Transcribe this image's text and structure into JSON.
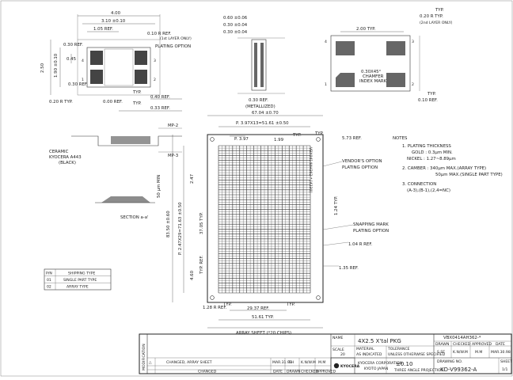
{
  "top_left_view": {
    "dims": [
      "4.00",
      "3.10 ±0.10",
      "1.05 REF.",
      "0.10 R REF.",
      "(1st LAYER ONLY)",
      "PLATING OPTION",
      "0.30 REF.",
      "0.45",
      "2.50",
      "1.90 ±0.10",
      "0.30 REF.",
      "0.20 R TYP.",
      "0.00 REF.",
      "TYP.",
      "0.40 REF.",
      "0.33 REF.",
      "TYP."
    ],
    "pad_numbers": [
      "4",
      "1",
      "2",
      "3"
    ]
  },
  "top_mid_view": {
    "dims": [
      "0.60 ±0.06",
      "0.30 ±0.04",
      "0.30 ±0.04",
      "0.30 REF.",
      "(METALLIZED)"
    ]
  },
  "top_right_view": {
    "dims": [
      "2.00 TYP.",
      "TYP.",
      "0.20 R TYP.",
      "(2nd LAYER ONLY)",
      "0.30X45°",
      "CHAMFER",
      "INDEX MARK",
      "TYP.",
      "0.10 REF."
    ],
    "pad_numbers": [
      "4",
      "3",
      "1",
      "2"
    ]
  },
  "ceramic_view": {
    "labels": [
      "CERAMIC",
      "KYOCERA A443",
      "(BLACK)",
      "MP-2",
      "MP-3"
    ]
  },
  "section_view": {
    "labels": [
      "50 µm MIN",
      "SECTION a-a'"
    ]
  },
  "array_sheet": {
    "dims_top": [
      "67.04 ±0.70",
      "P. 3.97X13=51.61 ±0.50",
      "P. 3.97",
      "1.99",
      "TYP.",
      "TYP.",
      "5.73 REF."
    ],
    "dims_left": [
      "83.50 ±0.60",
      "P. 2.47X29=71.63 ±0.50",
      "2.47",
      "37.05 TYP.",
      "4.60",
      "TYP. REF."
    ],
    "dims_bottom": [
      "1.28 R REF.",
      "TYP.",
      "29.37 REF.",
      "TYP.",
      "51.61 TYP.",
      "ARRAY SHEET (*20 CHIPS)"
    ],
    "right_labels": [
      "VENDOR'S OPTION",
      "PLATING OPTION",
      "1.24 TYP.",
      "SNAPPING MARK",
      "PLATING OPTION",
      "1.04 R REF.",
      "1.35 REF."
    ],
    "vertical_text": "VBX0414AH362-* [4230]"
  },
  "notes": {
    "title": "NOTES",
    "items": [
      "1. PLATING THICKNESS",
      "GOLD : 0.3µm MIN.",
      "NICKEL : 1.27~8.89µm",
      "2. CAMBER : 340µm MAX.(ARRAY TYPE)",
      "50µm MAX.(SINGLE PART TYPE)",
      "3. CONNECTION",
      "(A-3),(B-1),(2,4=NC)"
    ]
  },
  "part_table": {
    "headers": [
      "P/N",
      "SHIPPING TYPE"
    ],
    "rows": [
      [
        "01",
        "SINGLE PART TYPE"
      ],
      [
        "02",
        "ARRAY TYPE"
      ]
    ]
  },
  "title_block": {
    "part_no_top": "VBX0414AH362-*",
    "name_label": "NAME",
    "name": "4X2.5 X'tal PKG",
    "scale_label": "SCALE",
    "scale": "20",
    "material_label": "MATERIAL",
    "material": "AS INDICATED",
    "tolerance_label": "TOLERANCE",
    "tolerance_note": "UNLESS OTHERWISE SPECIFIED",
    "tolerance": "±0.10",
    "tolerance_sub": "THREE ANGLE PROJECTION",
    "drawn_label": "DRAWN",
    "checked_label": "CHECKED",
    "approved_label": "APPROVED",
    "date_label": "DATE",
    "drawn": "S.SE",
    "checked": "K.N/W.M",
    "approved": "M.M",
    "date": "MAR.30.98",
    "company": "KYOCERA CORPORATION",
    "company_loc": "KYOTO JAPAN",
    "drawing_no_label": "DRAWING NO.",
    "drawing_no": "KD-V99362-A",
    "sheet": "1/1",
    "logo": "KYOCERA",
    "mod_label": "MODIFICATION",
    "mod_desc": "CHANGED, ARRAY SHEET",
    "mod_sym": "△",
    "mod_date": "MAR.31.98",
    "mod_by": "T.H",
    "mod_chk": "K.N/W.M",
    "mod_app": "M.M",
    "changed_label": "CHANGED",
    "col_date": "DATE",
    "col_drawn": "DRAWN",
    "col_checked": "CHECKED",
    "col_approved": "APPROVED",
    "sheet_label": "SHEET"
  }
}
